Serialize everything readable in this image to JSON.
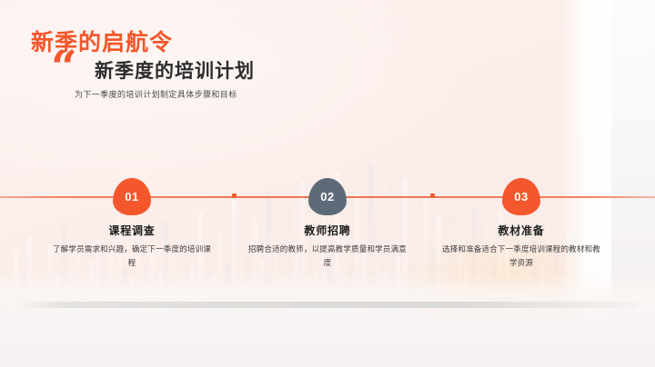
{
  "slide": {
    "eyebrow": "新季的启航令",
    "subtitle": "新季度的培训计划",
    "description": "为下一季度的培训计划制定具体步骤和目标",
    "quote_glyph": "“"
  },
  "colors": {
    "accent_orange": "#f4572c",
    "marker_orange": "#f4572c",
    "marker_slate": "#5d6a78",
    "line_orange": "#f2714f",
    "background": "#fbf1ee",
    "title_dark": "#2c2c2c"
  },
  "timeline": {
    "steps": [
      {
        "number": "01",
        "title": "课程调查",
        "description": "了解学员需求和兴趣，确定下一季度的培训课程",
        "color": "#f4572c"
      },
      {
        "number": "02",
        "title": "教师招聘",
        "description": "招聘合适的教师，以提高教学质量和学员满意度",
        "color": "#5d6a78"
      },
      {
        "number": "03",
        "title": "教材准备",
        "description": "选择和准备适合下一季度培训课程的教材和教学资源",
        "color": "#f4572c"
      }
    ]
  }
}
